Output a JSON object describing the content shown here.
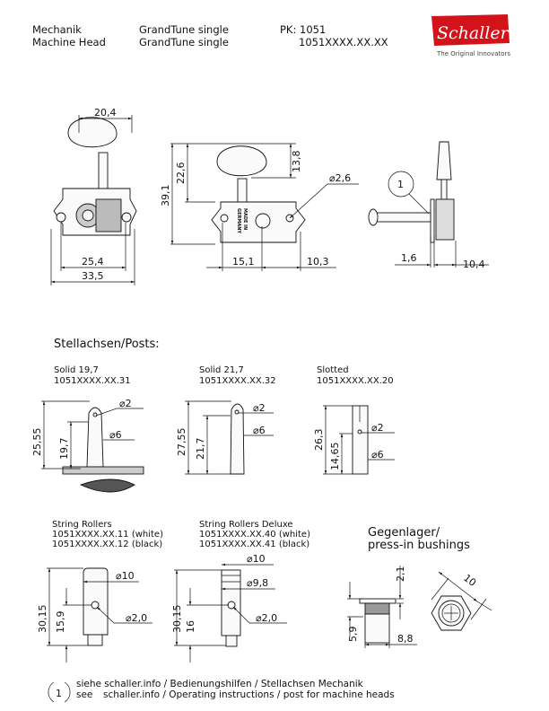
{
  "header": {
    "label_de": "Mechanik",
    "label_en": "Machine Head",
    "product_de": "GrandTune single",
    "product_en": "GrandTune single",
    "pk": "PK: 1051",
    "article": "1051XXXX.XX.XX",
    "logo_text": "Schaller",
    "logo_tagline": "The Original Innovators",
    "brand_color": "#d2131a"
  },
  "top_views": {
    "front": {
      "knob_width": "20,4",
      "hole_spacing": "25,4",
      "plate_width": "33,5"
    },
    "back": {
      "total_height": "39,1",
      "knob_height": "22,6",
      "knob_to_shaft": "13,8",
      "hole_dia": "⌀2,6",
      "post_offset": "15,1",
      "hole_offset": "10,3",
      "stamp_line1": "MADE IN",
      "stamp_line2": "GERMANY"
    },
    "side": {
      "callout": "1",
      "post_offset": "1,6",
      "depth": "10,4"
    }
  },
  "posts": {
    "title": "Stellachsen/Posts:",
    "items": [
      {
        "name": "Solid 19,7",
        "code": "1051XXXX.XX.31",
        "total": "25,55",
        "height": "19,7",
        "hole": "⌀2",
        "dia": "⌀6"
      },
      {
        "name": "Solid 21,7",
        "code": "1051XXXX.XX.32",
        "total": "27,55",
        "height": "21,7",
        "hole": "⌀2",
        "dia": "⌀6"
      },
      {
        "name": "Slotted",
        "code": "1051XXXX.XX.20",
        "total": "26,3",
        "height": "14,65",
        "hole": "⌀2",
        "dia": "⌀6"
      }
    ]
  },
  "rollers": {
    "standard": {
      "name": "String Rollers",
      "code_white": "1051XXXX.XX.11 (white)",
      "code_black": "1051XXXX.XX.12 (black)",
      "total": "30,15",
      "hole_height": "15,9",
      "dia": "⌀10",
      "hole": "⌀2,0"
    },
    "deluxe": {
      "name": "String Rollers Deluxe",
      "code_white": "1051XXXX.XX.40 (white)",
      "code_black": "1051XXXX.XX.41 (black)",
      "total": "30,15",
      "hole_height": "16",
      "dia_top": "⌀10",
      "dia_body": "⌀9,8",
      "hole": "⌀2,0"
    }
  },
  "bushings": {
    "title_de": "Gegenlager/",
    "title_en": "press-in bushings",
    "flange": "2,1",
    "height": "5,9",
    "dia": "8,8",
    "hex": "10"
  },
  "footnote": {
    "number": "1",
    "line_de": "siehe schaller.info / Bedienungshilfen / Stellachsen Mechanik",
    "see": "see",
    "line_en": "schaller.info / Operating instructions / post for machine heads"
  }
}
